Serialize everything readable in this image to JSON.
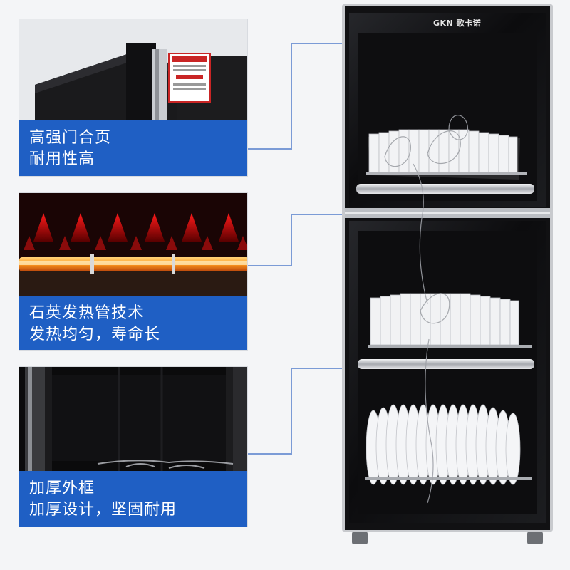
{
  "features": [
    {
      "title": "高强门合页",
      "subtitle": "耐用性高",
      "icon": "hinge-photo"
    },
    {
      "title": "石英发热管技术",
      "subtitle": "发热均匀，寿命长",
      "icon": "heating-tube-photo"
    },
    {
      "title": "加厚外框",
      "subtitle": "加厚设计，坚固耐用",
      "icon": "frame-photo"
    }
  ],
  "product": {
    "brand_logo": "GKN 歌卡诺",
    "type": "disinfection-cabinet"
  },
  "colors": {
    "caption_blue": "#1f5fc4",
    "connector": "#7b9bd6",
    "cabinet_body": "#0d0d0f",
    "heat_red": "#e8171f"
  }
}
